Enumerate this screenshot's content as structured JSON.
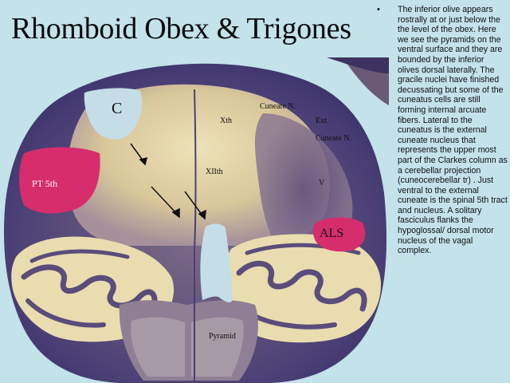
{
  "slide": {
    "title": "Rhomboid Obex & Trigones",
    "bullet": "•",
    "body": "The inferior olive appears rostrally at or just below the the level of the obex.   Here we see the pyramids on the ventral surface and they are bounded by the inferior olives dorsal laterally.  The gracile nuclei have finished decussating but some of the cuneatus cells are still forming internal arcuate fibers.   Lateral to the cuneatus is the external cuneate nucleus that represents the upper most part of the Clarkes column as a cerebellar projection (cuneocerebellar tr) .   Just ventral to the external cuneate is the  spinal 5th tract and nucleus.  A solitary fasciculus flanks the hypoglossal/ dorsal motor nucleus of the vagal  complex."
  },
  "figure": {
    "labels": {
      "c": "C",
      "pt5": "PT 5th",
      "xth": "Xth",
      "xiith": "XIIth",
      "cuneate_n": "Cuneate  N.",
      "ext": "Ext.",
      "cuneate_n2": "Cuneate  N.",
      "v": "V",
      "als": "ALS",
      "pyramid": "Pyramid"
    },
    "colors": {
      "background": "#c3e2ea",
      "tissue_light": "#e8dcb0",
      "tissue_dark": "#3b3470",
      "highlight_pink": "#d62d6c",
      "highlight_blue": "#c4dde6"
    }
  }
}
